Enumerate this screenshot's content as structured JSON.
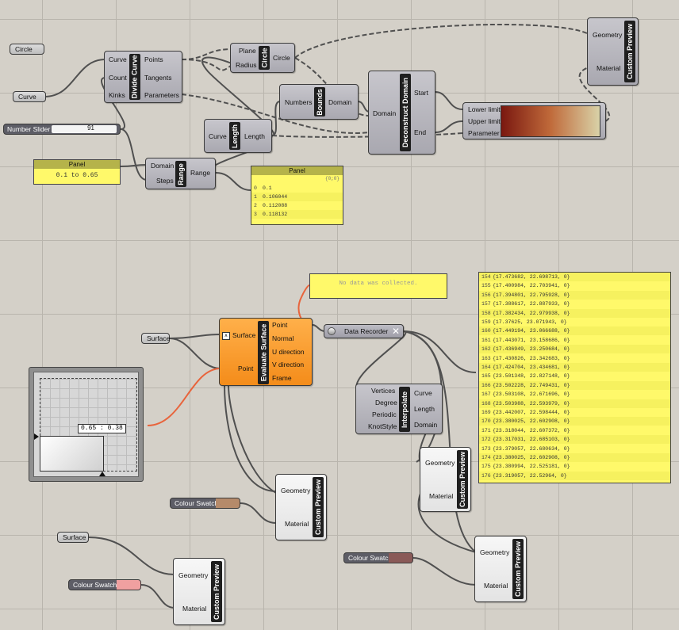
{
  "canvas": {
    "background": "#d4d0c8",
    "wire_color": "#505050",
    "highlight_wire": "#e8643c"
  },
  "params": {
    "circle_label": "Circle",
    "curve_label": "Curve",
    "surface_label_1": "Surface",
    "surface_label_2": "Surface"
  },
  "slider": {
    "label": "Number Slider",
    "value": "91"
  },
  "panel_domain": {
    "header": "Panel",
    "text": "0.1 to 0.65"
  },
  "panel_output": {
    "header": "Panel",
    "path": "{0;0}",
    "rows": [
      {
        "i": "0",
        "v": "0.1"
      },
      {
        "i": "1",
        "v": "0.106044"
      },
      {
        "i": "2",
        "v": "0.112088"
      },
      {
        "i": "3",
        "v": "0.118132"
      }
    ]
  },
  "panel_empty": {
    "text": "No data was collected."
  },
  "panel_points": {
    "rows": [
      {
        "i": "154",
        "v": "{17.473682, 22.698713, 0}"
      },
      {
        "i": "155",
        "v": "{17.400984, 22.703941, 0}"
      },
      {
        "i": "156",
        "v": "{17.394801, 22.795928, 0}"
      },
      {
        "i": "157",
        "v": "{17.388617, 22.887933, 0}"
      },
      {
        "i": "158",
        "v": "{17.382434, 22.979938, 0}"
      },
      {
        "i": "159",
        "v": "{17.37625, 23.071943, 0}"
      },
      {
        "i": "160",
        "v": "{17.449194, 23.066688, 0}"
      },
      {
        "i": "161",
        "v": "{17.443071, 23.158686, 0}"
      },
      {
        "i": "162",
        "v": "{17.436949, 23.250684, 0}"
      },
      {
        "i": "163",
        "v": "{17.430826, 23.342683, 0}"
      },
      {
        "i": "164",
        "v": "{17.424704, 23.434681, 0}"
      },
      {
        "i": "165",
        "v": "{23.501348, 22.827148, 0}"
      },
      {
        "i": "166",
        "v": "{23.502228, 22.749431, 0}"
      },
      {
        "i": "167",
        "v": "{23.503108, 22.671696, 0}"
      },
      {
        "i": "168",
        "v": "{23.503988, 22.593979, 0}"
      },
      {
        "i": "169",
        "v": "{23.442007, 22.598444, 0}"
      },
      {
        "i": "170",
        "v": "{23.380025, 22.602908, 0}"
      },
      {
        "i": "171",
        "v": "{23.318044, 22.607372, 0}"
      },
      {
        "i": "172",
        "v": "{23.317031, 22.685103, 0}"
      },
      {
        "i": "173",
        "v": "{23.379057, 22.680634, 0}"
      },
      {
        "i": "174",
        "v": "{23.380025, 22.602908, 0}"
      },
      {
        "i": "175",
        "v": "{23.380994, 22.525181, 0}"
      },
      {
        "i": "176",
        "v": "{23.319057, 22.52964, 0}"
      }
    ]
  },
  "divide_curve": {
    "title": "Divide Curve",
    "inputs": [
      "Curve",
      "Count",
      "Kinks"
    ],
    "outputs": [
      "Points",
      "Tangents",
      "Parameters"
    ]
  },
  "circle": {
    "title": "Circle",
    "inputs": [
      "Plane",
      "Radius"
    ],
    "outputs": [
      "Circle"
    ]
  },
  "bounds": {
    "title": "Bounds",
    "inputs": [
      "Numbers"
    ],
    "outputs": [
      "Domain"
    ]
  },
  "length": {
    "title": "Length",
    "inputs": [
      "Curve"
    ],
    "outputs": [
      "Length"
    ]
  },
  "range": {
    "title": "Range",
    "inputs": [
      "Domain",
      "Steps"
    ],
    "outputs": [
      "Range"
    ]
  },
  "deconstruct": {
    "title": "Deconstruct Domain",
    "inputs": [
      "Domain"
    ],
    "outputs": [
      "Start",
      "End"
    ]
  },
  "gradient": {
    "inputs": [
      "Lower limit",
      "Upper limit",
      "Parameter"
    ],
    "stops": [
      "#7a1810",
      "#c06a3a",
      "#d9d2a8"
    ]
  },
  "custom_preview_1": {
    "title": "Custom Preview",
    "inputs": [
      "Geometry",
      "Material"
    ]
  },
  "custom_preview_2": {
    "title": "Custom Preview",
    "inputs": [
      "Geometry",
      "Material"
    ]
  },
  "custom_preview_3": {
    "title": "Custom Preview",
    "inputs": [
      "Geometry",
      "Material"
    ]
  },
  "custom_preview_4": {
    "title": "Custom Preview",
    "inputs": [
      "Geometry",
      "Material"
    ]
  },
  "custom_preview_5": {
    "title": "Custom Preview",
    "inputs": [
      "Geometry",
      "Material"
    ]
  },
  "evaluate_surface": {
    "title": "Evaluate Surface",
    "inputs": [
      "Surface",
      "Point"
    ],
    "outputs": [
      "Point",
      "Normal",
      "U direction",
      "V direction",
      "Frame"
    ]
  },
  "interpolate": {
    "title": "Interpolate",
    "inputs": [
      "Vertices",
      "Degree",
      "Periodic",
      "KnotStyle"
    ],
    "outputs": [
      "Curve",
      "Length",
      "Domain"
    ]
  },
  "data_recorder": {
    "label": "Data Recorder"
  },
  "md_slider": {
    "value": "0.65 : 0.38"
  },
  "swatch_1": {
    "label": "Colour Swatch",
    "color": "#b58a6a"
  },
  "swatch_2": {
    "label": "Colour Swatch",
    "color": "#8a5a58"
  },
  "swatch_3": {
    "label": "Colour Swatch",
    "color": "#f0a0a0"
  }
}
